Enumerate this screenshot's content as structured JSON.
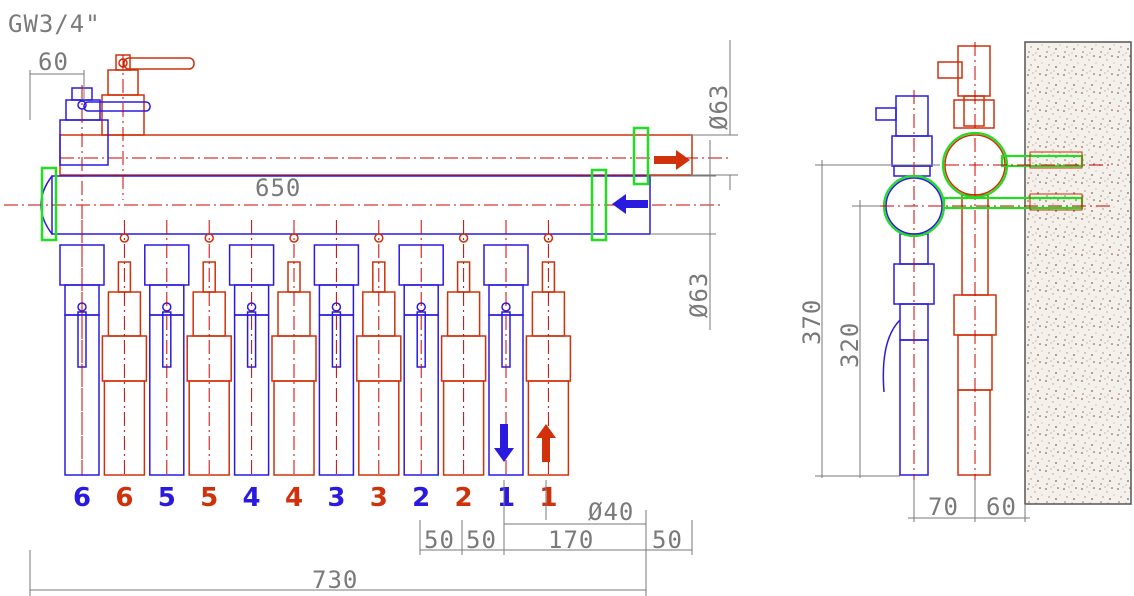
{
  "colors": {
    "supply": "#d0300a",
    "return": "#2a1ae0",
    "clamp": "#22dd22",
    "dimension": "#7a7a7a",
    "centerline": "#d00000",
    "wall": "#b89a86"
  },
  "thread_label": "GW3/4\"",
  "dimensions": {
    "top_offset": "60",
    "manifold_length": "650",
    "pipe_diameter_top": "Ø63",
    "pipe_diameter_bottom": "Ø63",
    "pipe_diameter_small": "Ø40",
    "step_1": "50",
    "step_2": "50",
    "span_170": "170",
    "end_50": "50",
    "total_length": "730",
    "height_370": "370",
    "height_320": "320",
    "depth_70": "70",
    "depth_60": "60"
  },
  "circuits": [
    {
      "label": "6",
      "kind": "return"
    },
    {
      "label": "6",
      "kind": "supply"
    },
    {
      "label": "5",
      "kind": "return"
    },
    {
      "label": "5",
      "kind": "supply"
    },
    {
      "label": "4",
      "kind": "return"
    },
    {
      "label": "4",
      "kind": "supply"
    },
    {
      "label": "3",
      "kind": "return"
    },
    {
      "label": "3",
      "kind": "supply"
    },
    {
      "label": "2",
      "kind": "return"
    },
    {
      "label": "2",
      "kind": "supply"
    },
    {
      "label": "1",
      "kind": "return"
    },
    {
      "label": "1",
      "kind": "supply"
    }
  ]
}
